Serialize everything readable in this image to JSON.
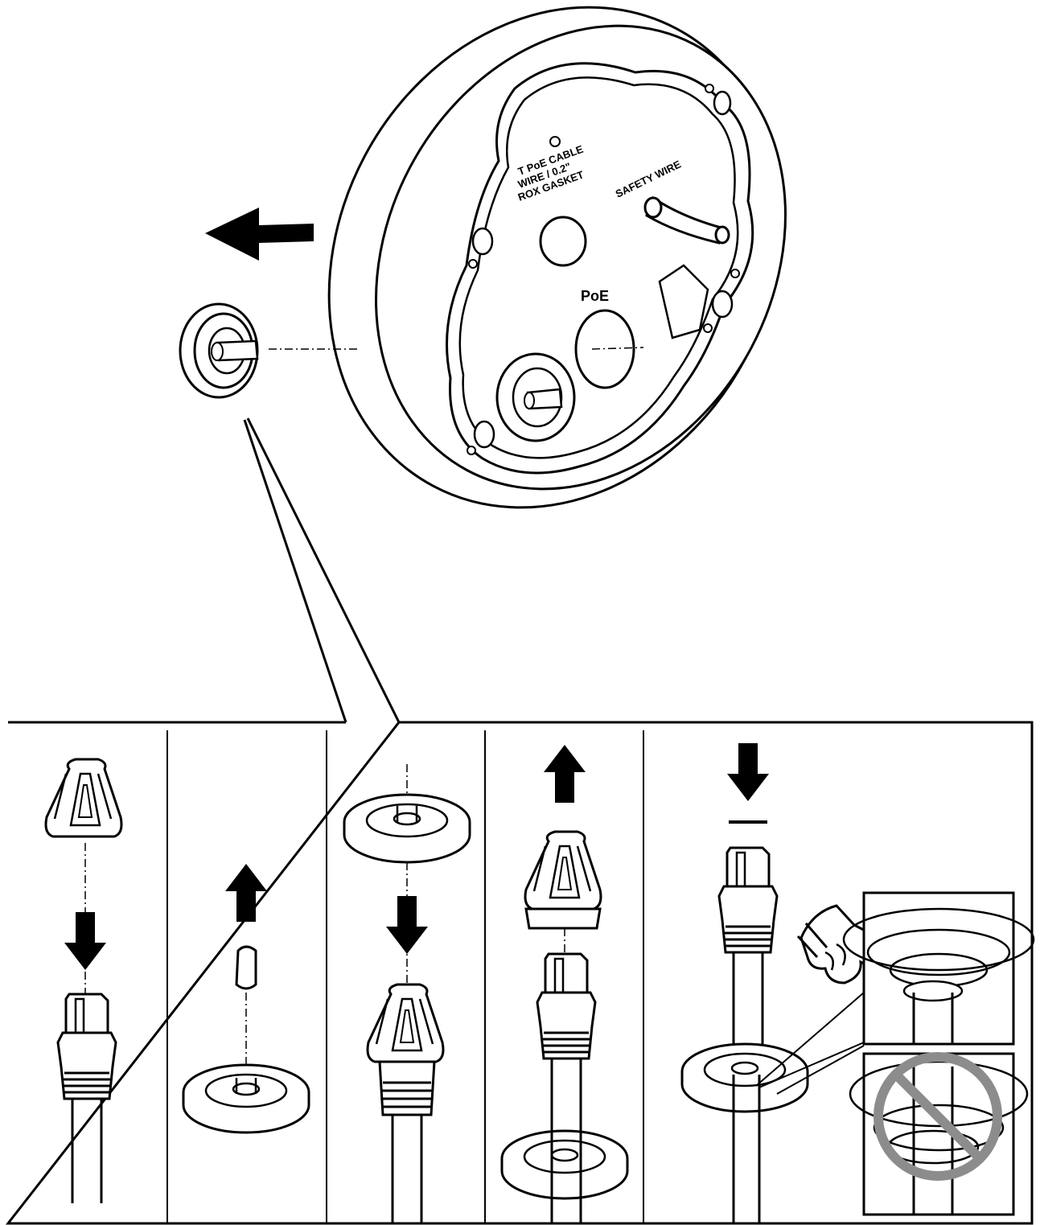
{
  "labels": {
    "cable_line1": "T PoE CABLE",
    "cable_line2": "WIRE / 0.2\"",
    "cable_line3": "ROX GASKET",
    "safety_wire": "SAFETY WIRE",
    "poe": "PoE"
  },
  "colors": {
    "line": "#000000",
    "background": "#ffffff",
    "prohibited": "#8c8c8c"
  },
  "icons": {
    "direction_arrow": "arrow-left-icon",
    "step_arrow_down": "arrow-down-icon",
    "step_arrow_up": "arrow-up-icon",
    "hand": "pointing-hand-icon",
    "prohibited": "prohibited-icon"
  },
  "steps": [
    {
      "index": 1,
      "action": "down"
    },
    {
      "index": 2,
      "action": "up"
    },
    {
      "index": 3,
      "action": "down"
    },
    {
      "index": 4,
      "action": "up"
    },
    {
      "index": 5,
      "action": "down"
    }
  ]
}
